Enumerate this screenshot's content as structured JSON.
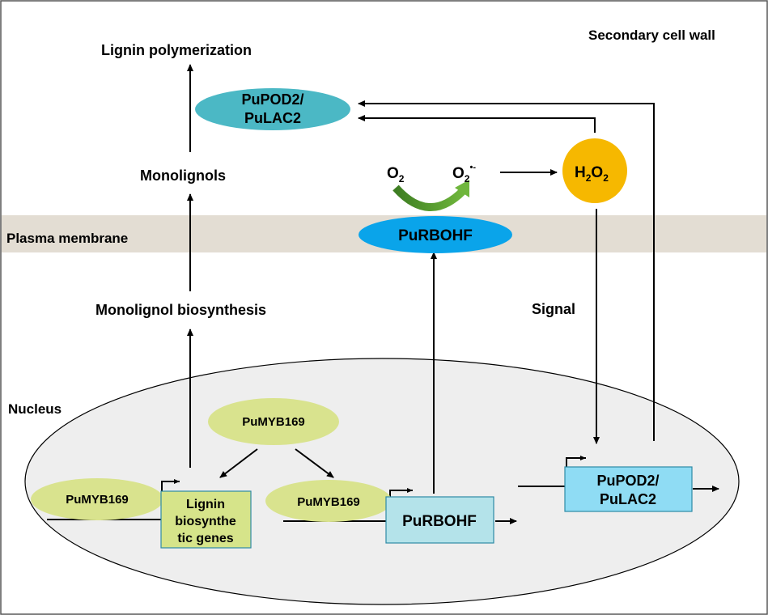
{
  "labels": {
    "secondary_cell_wall": "Secondary cell wall",
    "lignin_polymerization": "Lignin polymerization",
    "monolignols": "Monolignols",
    "plasma_membrane": "Plasma membrane",
    "monolignol_biosynthesis": "Monolignol biosynthesis",
    "signal": "Signal",
    "nucleus": "Nucleus"
  },
  "enzymes": {
    "pod_lac_line1": "PuPOD2/",
    "pod_lac_line2": "PuLAC2",
    "rboh": "PuRBOHF"
  },
  "ros": {
    "o2": "O",
    "o2_sub": "2",
    "superoxide": "O",
    "superoxide_sub": "2",
    "superoxide_sup": "•-",
    "h2o2_h": "H",
    "h2o2_sub1": "2",
    "h2o2_o": "O",
    "h2o2_sub2": "2"
  },
  "nucleus_items": {
    "myb_top": "PuMYB169",
    "myb_left": "PuMYB169",
    "myb_mid": "PuMYB169",
    "lignin_genes_line1": "Lignin",
    "lignin_genes_line2": "biosynthe",
    "lignin_genes_line3": "tic genes",
    "rboh_gene": "PuRBOHF",
    "pod_gene_line1": "PuPOD2/",
    "pod_gene_line2": "PuLAC2"
  },
  "colors": {
    "membrane": "#e3ddd3",
    "nucleus_fill": "#eeeeee",
    "myb_fill": "#d9e38e",
    "pod_lac_fill": "#4bb8c5",
    "rboh_fill": "#0aa4ea",
    "h2o2_fill": "#f6b800",
    "lignin_box": "#d6e48a",
    "rboh_box": "#b4e3ea",
    "pod_box": "#8fdcf4",
    "curved_arrow": "#4b8f2a"
  }
}
